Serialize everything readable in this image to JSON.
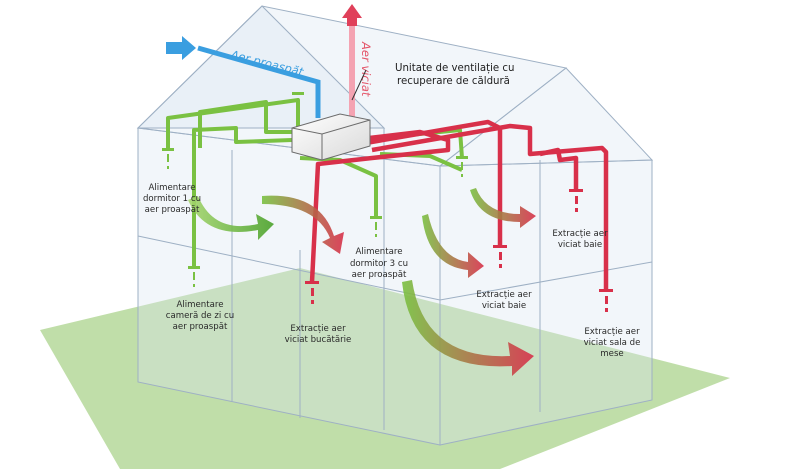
{
  "colors": {
    "fresh_air": "#7ac142",
    "stale_air": "#d8304a",
    "intake_air": "#3a9ee0",
    "exhaust_air": "#f4a3b2",
    "ground": "#b5d89a",
    "house_glass": "#dbe6f2"
  },
  "labels": {
    "unit": [
      "Unitate de ventilație cu",
      "recuperare de căldură"
    ],
    "fresh_intake": "Aer proaspăt",
    "stale_exhaust": "Aer viciat",
    "supply_bedroom1": [
      "Alimentare",
      "dormitor 1 cu",
      "aer proaspăt"
    ],
    "supply_bedroom3": [
      "Alimentare",
      "dormitor 3 cu",
      "aer proaspăt"
    ],
    "supply_living": [
      "Alimentare",
      "cameră de zi cu",
      "aer proaspăt"
    ],
    "extract_kitchen": [
      "Extracție aer",
      "viciat bucătărie"
    ],
    "extract_bath_1": [
      "Extracție aer",
      "viciat baie"
    ],
    "extract_bath_2": [
      "Extracție aer",
      "viciat baie"
    ],
    "extract_dining": [
      "Extracție aer",
      "viciat sala de",
      "mese"
    ]
  },
  "icons": {
    "intake_arrow": "arrow-right-icon",
    "exhaust_arrow": "arrow-up-icon",
    "supply_vent": "supply-vent-icon",
    "extract_vent": "extract-vent-icon",
    "airflow_arrow": "curved-flow-arrow-icon"
  }
}
